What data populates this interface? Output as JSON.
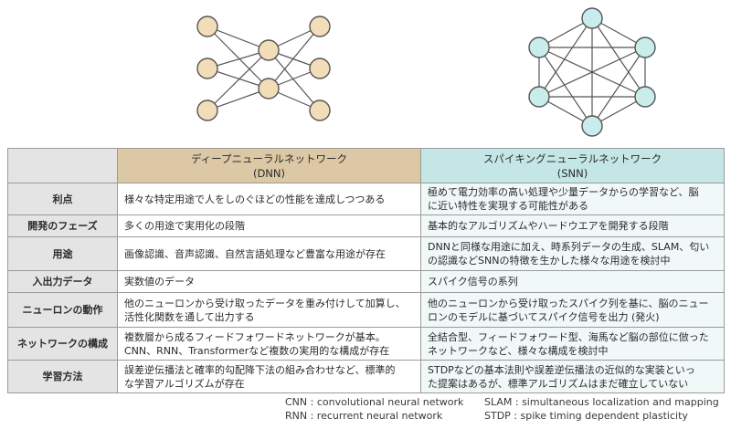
{
  "colors": {
    "dnn_header": "#dcc8a4",
    "snn_header": "#c4e6e6",
    "dnn_node": "#f2ddb8",
    "snn_node": "#c9ecec",
    "label_bg": "#e4e4e4"
  },
  "header": {
    "dnn": [
      "ディープニューラルネットワーク",
      "(DNN)"
    ],
    "snn": [
      "スパイキングニューラルネットワーク",
      "(SNN)"
    ]
  },
  "rows": [
    {
      "label": "利点",
      "dnn": [
        "様々な特定用途で人をしのぐほどの性能を達成しつつある"
      ],
      "snn": [
        "極めて電力効率の高い処理や少量データからの学習など、脳",
        "に近い特性を実現する可能性がある"
      ]
    },
    {
      "label": "開発のフェーズ",
      "dnn": [
        "多くの用途で実用化の段階"
      ],
      "snn": [
        "基本的なアルゴリズムやハードウエアを開発する段階"
      ]
    },
    {
      "label": "用途",
      "dnn": [
        "画像認識、音声認識、自然言語処理など豊富な用途が存在"
      ],
      "snn": [
        "DNNと同様な用途に加え、時系列データの生成、SLAM、匂い",
        "の認識などSNNの特徴を生かした様々な用途を検討中"
      ]
    },
    {
      "label": "入出力データ",
      "dnn": [
        "実数値のデータ"
      ],
      "snn": [
        "スパイク信号の系列"
      ]
    },
    {
      "label": "ニューロンの動作",
      "dnn": [
        "他のニューロンから受け取ったデータを重み付けして加算し、",
        "活性化関数を通して出力する"
      ],
      "snn": [
        "他のニューロンから受け取ったスパイク列を基に、脳のニュー",
        "ロンのモデルに基づいてスパイク信号を出力 (発火)"
      ]
    },
    {
      "label": "ネットワークの構成",
      "dnn": [
        "複数層から成るフィードフォワードネットワークが基本。",
        "CNN、RNN、Transformerなど複数の実用的な構成が存在"
      ],
      "snn": [
        "全結合型、フィードフォワード型、海馬など脳の部位に倣った",
        "ネットワークなど、様々な構成を検討中"
      ]
    },
    {
      "label": "学習方法",
      "dnn": [
        "誤差逆伝播法と確率的勾配降下法の組み合わせなど、標準的",
        "な学習アルゴリズムが存在"
      ],
      "snn": [
        "STDPなどの基本法則や誤差逆伝播法の近似的な実装といっ",
        "た提案はあるが、標準アルゴリズムはまだ確立していない"
      ]
    }
  ],
  "legend": {
    "left": [
      "CNN : convolutional neural network",
      "RNN : recurrent neural network"
    ],
    "right": [
      "SLAM : simultaneous localization and mapping",
      "STDP : spike timing dependent plasticity"
    ]
  }
}
